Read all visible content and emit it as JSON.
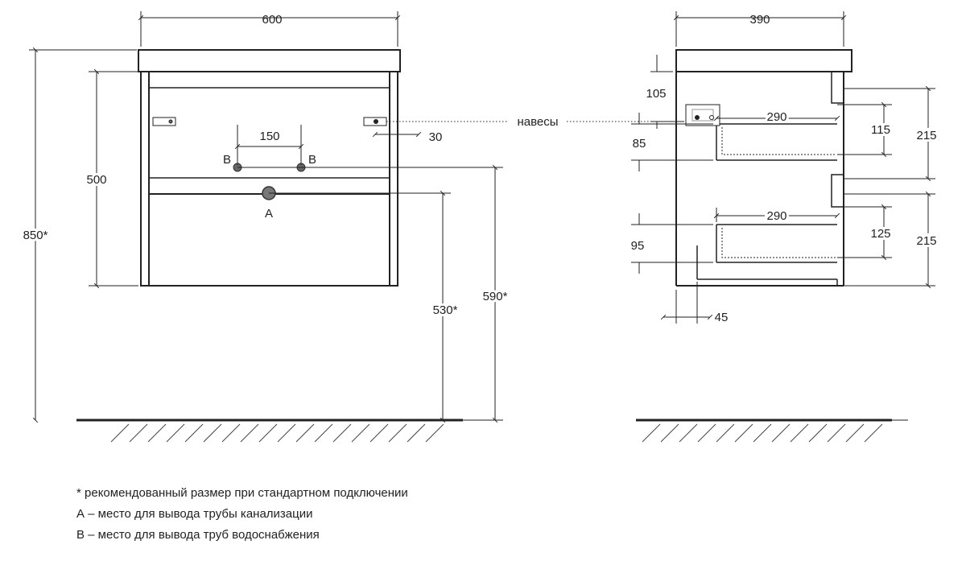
{
  "front_view": {
    "width": "600",
    "body_height": "500",
    "total_height": "850*",
    "pipe_spacing": "150",
    "hinge_offset": "30",
    "supply_label_left": "B",
    "supply_label_right": "B",
    "drain_label": "A",
    "drain_height": "530*",
    "supply_height": "590*"
  },
  "side_view": {
    "depth": "390",
    "top_gap": "105",
    "drawer_depth_top": "290",
    "drawer_depth_bottom": "290",
    "top_drawer_offset": "85",
    "bottom_drawer_offset": "95",
    "inner_height_top": "115",
    "inner_height_bottom": "125",
    "drawer_height_top": "215",
    "drawer_height_bottom": "215",
    "back_offset": "45"
  },
  "hinges_label": "навесы",
  "notes": [
    "* рекомендованный размер при стандартном подключении",
    "А – место для вывода трубы канализации",
    "В – место для вывода труб водоснабжения"
  ]
}
